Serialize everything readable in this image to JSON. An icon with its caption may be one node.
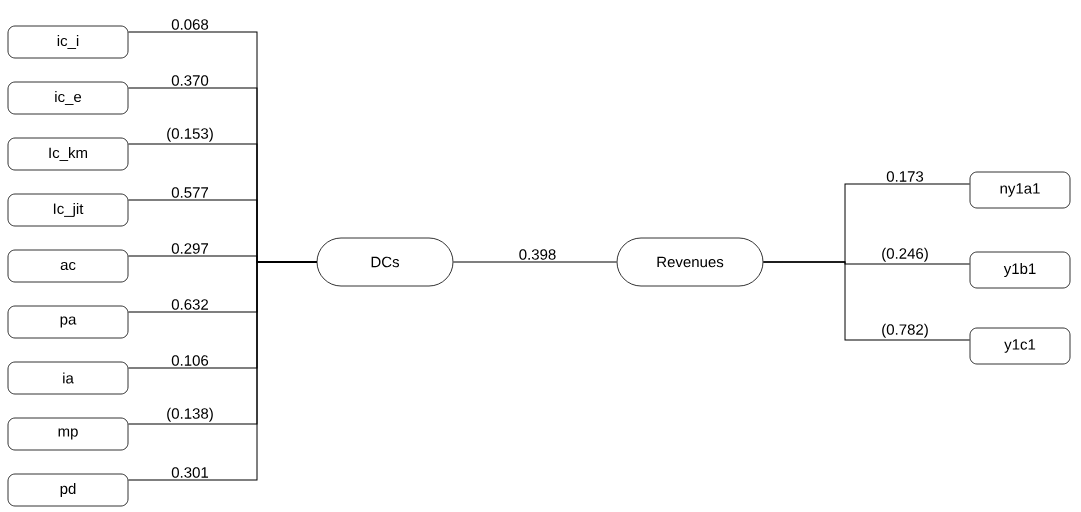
{
  "diagram": {
    "nodes": [
      {
        "text": [
          "ic_i"
        ]
      },
      {
        "text": [
          "ic_e"
        ]
      },
      {
        "text": [
          "Ic_km"
        ]
      },
      {
        "text": [
          "Ic_jit"
        ]
      },
      {
        "text": [
          "ac"
        ]
      },
      {
        "text": [
          "pa"
        ]
      },
      {
        "text": [
          "ia"
        ]
      },
      {
        "text": [
          "mp"
        ]
      },
      {
        "text": [
          "pd"
        ]
      },
      {
        "text": [
          "DCs"
        ]
      },
      {
        "text": [
          "Revenues"
        ]
      },
      {
        "text": [
          "ny1a1"
        ]
      },
      {
        "text": [
          "y1b1"
        ]
      },
      {
        "text": [
          "y1c1"
        ]
      }
    ],
    "edges": [
      {
        "from": 0,
        "to": 9,
        "arrow": "none",
        "label": "0.068"
      },
      {
        "from": 1,
        "to": 9,
        "arrow": "none",
        "label": "0.370"
      },
      {
        "from": 2,
        "to": 9,
        "arrow": "none",
        "label": "(0.153)"
      },
      {
        "from": 3,
        "to": 9,
        "arrow": "none",
        "label": "0.577"
      },
      {
        "from": 4,
        "to": 9,
        "arrow": "none",
        "label": "0.297"
      },
      {
        "from": 5,
        "to": 9,
        "arrow": "none",
        "label": "0.632"
      },
      {
        "from": 6,
        "to": 9,
        "arrow": "none",
        "label": "0.106"
      },
      {
        "from": 7,
        "to": 9,
        "arrow": "none",
        "label": "(0.138)"
      },
      {
        "from": 8,
        "to": 9,
        "arrow": "none",
        "label": "0.301"
      },
      {
        "from": 9,
        "to": 10,
        "arrow": "none",
        "label": "0.398"
      },
      {
        "from": 10,
        "to": 11,
        "arrow": "none",
        "label": "0.173"
      },
      {
        "from": 10,
        "to": 12,
        "arrow": "none",
        "label": "(0.246)"
      },
      {
        "from": 10,
        "to": 13,
        "arrow": "none",
        "label": "(0.782)"
      }
    ]
  }
}
